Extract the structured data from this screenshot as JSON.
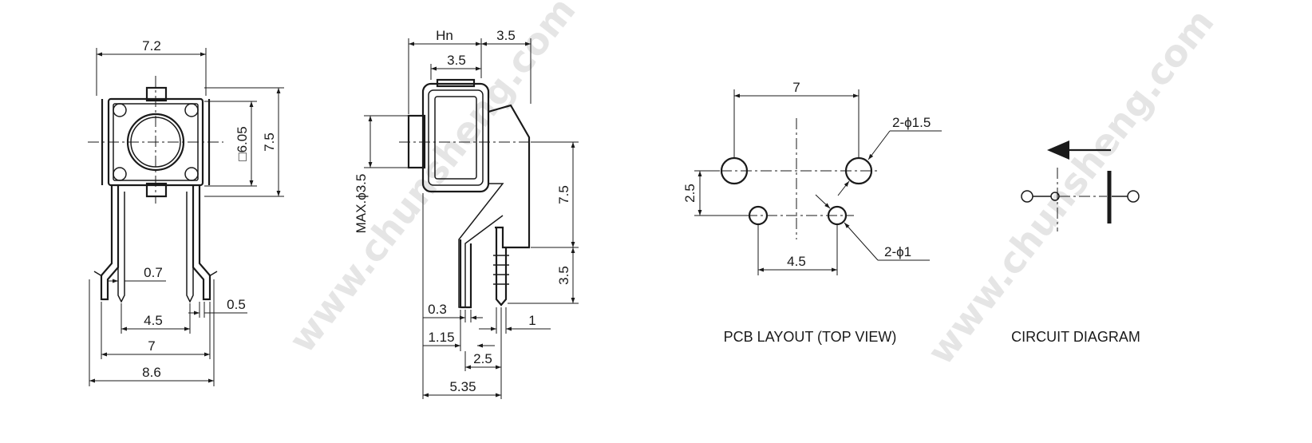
{
  "watermark": "www.chunsheng.com",
  "front_view": {
    "width_top": "7.2",
    "square_size": "□6.05",
    "height": "7.5",
    "pin_width": "0.7",
    "pin_thickness": "0.5",
    "pin_spacing_inner": "4.5",
    "pin_spacing_outer": "7",
    "overall_width": "8.6"
  },
  "side_view": {
    "actuator_height": "Hn",
    "top_offset": "3.5",
    "body_depth": "3.5",
    "actuator_diameter": "MAX.ϕ3.5",
    "body_height": "7.5",
    "lead_length": "3.5",
    "lead_thickness": "0.3",
    "lead_offset": "1.15",
    "lead_pitch": "2.5",
    "tab_width": "1",
    "overall_depth": "5.35"
  },
  "pcb_layout": {
    "caption": "PCB LAYOUT (TOP VIEW)",
    "hole_spacing_top": "7",
    "hole_spacing_bottom": "4.5",
    "row_offset": "2.5",
    "large_holes": "2-ϕ1.5",
    "small_holes": "2-ϕ1"
  },
  "circuit": {
    "caption": "CIRCUIT DIAGRAM"
  }
}
